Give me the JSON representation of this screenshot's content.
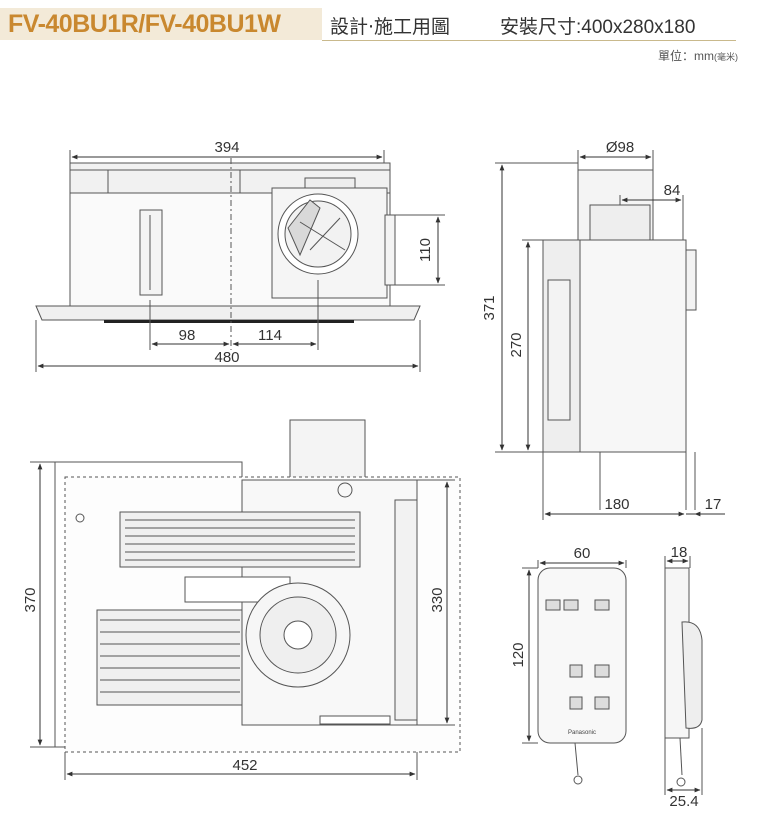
{
  "header": {
    "model": "FV-40BU1R/FV-40BU1W",
    "subtitle": "設計‧施工用圖",
    "size": "安裝尺寸:400x280x180",
    "unit_label": "單位：mm",
    "unit_note": "(毫米)"
  },
  "front_view": {
    "width_top": "394",
    "width_bottom": "480",
    "offset_left": "98",
    "offset_right": "114",
    "height_side": "110"
  },
  "side_view": {
    "duct_diameter": "Ø98",
    "duct_offset": "84",
    "height_total": "371",
    "height_body": "270",
    "depth": "180",
    "flange": "17"
  },
  "bottom_view": {
    "height_panel": "370",
    "height_body": "330",
    "width_panel": "452"
  },
  "remote": {
    "width": "60",
    "height": "120",
    "depth_top": "18",
    "depth_bottom": "25.4",
    "brand": "Panasonic"
  },
  "colors": {
    "accent": "#c9882f",
    "band": "#f3ead8",
    "line": "#333333"
  }
}
